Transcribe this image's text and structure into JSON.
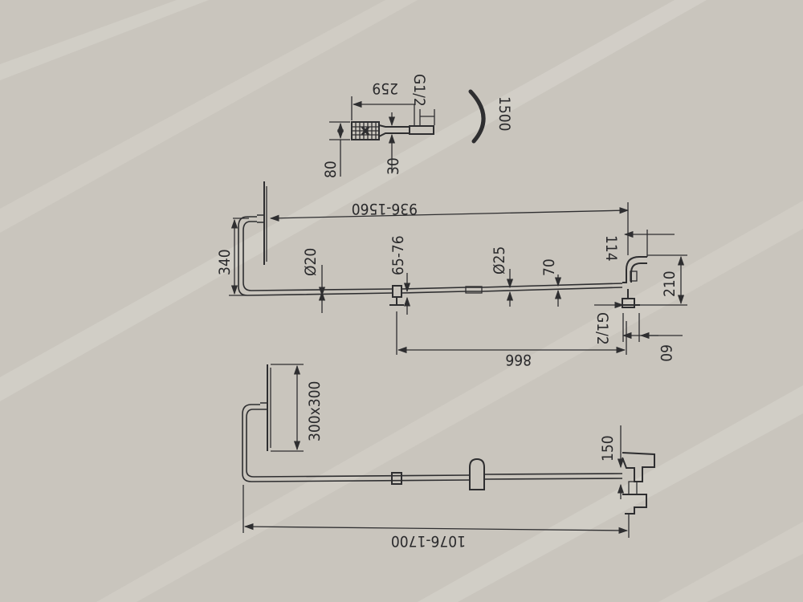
{
  "colors": {
    "background": "#c9c5bd",
    "ink": "#2e2e30",
    "paper_stripe": "#d9d6cf"
  },
  "top_drawing": {
    "total_height": "936-1560",
    "head_arm": "340",
    "pipe_diameter_upper": "Ø20",
    "bracket_range": "65-76",
    "pipe_diameter_lower": "Ø25",
    "mixer_offset": "70",
    "mixer_depth": "114",
    "mixer_height": "210",
    "inlet_thread": "G1/2",
    "inlet_width": "60",
    "bar_length": "866"
  },
  "hand_shower": {
    "length": "259",
    "thread": "G1/2",
    "head_width": "80",
    "handle_width": "30"
  },
  "hose": {
    "length": "1500"
  },
  "bottom_drawing": {
    "head_size": "300x300",
    "mixer_size": "150",
    "total_height": "1076-1700"
  }
}
